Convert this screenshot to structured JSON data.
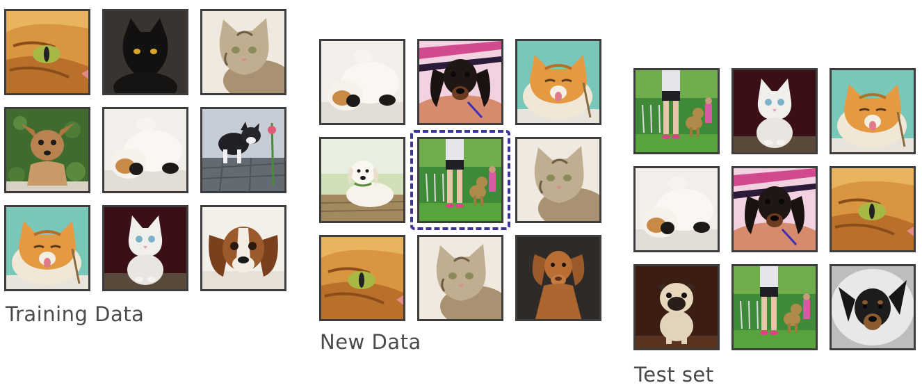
{
  "training": {
    "caption": "Training Data",
    "tiles": [
      "cat-closeup",
      "black-cat",
      "tabby-kitten",
      "chihuahua",
      "calico-kitten",
      "black-white-kitten",
      "orange-cat-licking",
      "white-kitten",
      "spaniel"
    ]
  },
  "new_data": {
    "caption": "New Data",
    "tiles": [
      "calico-kitten",
      "dachshund",
      "orange-cat-licking",
      "lab-puppy",
      "dog-walk",
      "tabby-kitten",
      "cat-closeup",
      "tabby-kitten",
      "vizsla"
    ],
    "highlighted_index": 4
  },
  "test": {
    "caption": "Test set",
    "tiles": [
      "dog-walk",
      "white-kitten",
      "orange-cat-licking",
      "calico-kitten",
      "dachshund",
      "cat-closeup",
      "pug",
      "dog-walk",
      "black-tan-dog"
    ]
  },
  "colors": {
    "frame": "#3d3d3d",
    "highlight": "#3a3596",
    "caption": "#4a4a4a"
  }
}
